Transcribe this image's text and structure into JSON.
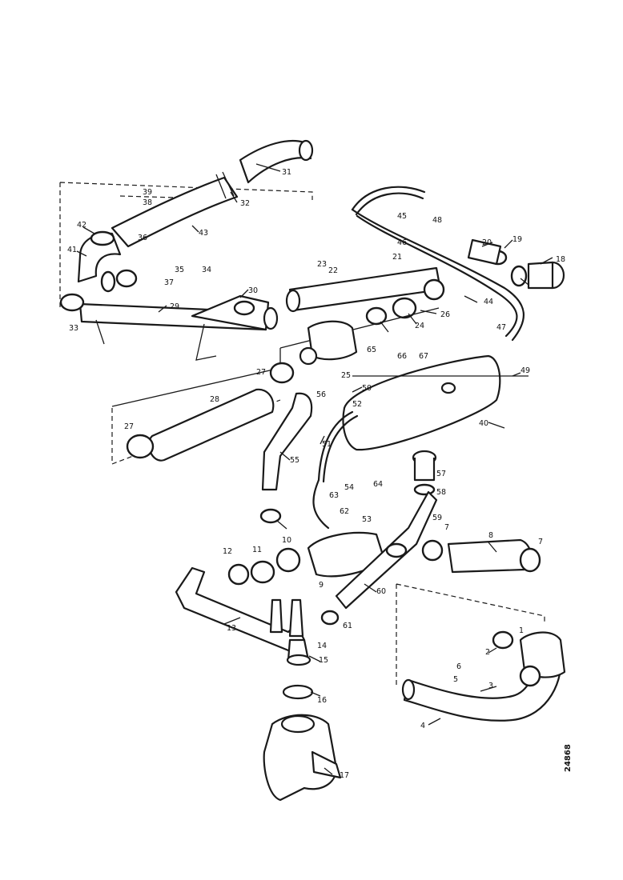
{
  "figure_number": "24868",
  "callouts": [
    "1",
    "2",
    "3",
    "4",
    "5",
    "6",
    "7",
    "7",
    "8",
    "9",
    "10",
    "11",
    "12",
    "13",
    "14",
    "15",
    "16",
    "17",
    "18",
    "19",
    "20",
    "21",
    "22",
    "23",
    "24",
    "25",
    "26",
    "27",
    "27",
    "28",
    "29",
    "30",
    "31",
    "32",
    "33",
    "34",
    "35",
    "36",
    "37",
    "38",
    "39",
    "40",
    "41",
    "42",
    "43",
    "44",
    "45",
    "46",
    "47",
    "48",
    "49",
    "50",
    "51",
    "52",
    "53",
    "54",
    "55",
    "56",
    "57",
    "58",
    "59",
    "60",
    "61",
    "62",
    "63",
    "64",
    "65",
    "66",
    "67"
  ]
}
